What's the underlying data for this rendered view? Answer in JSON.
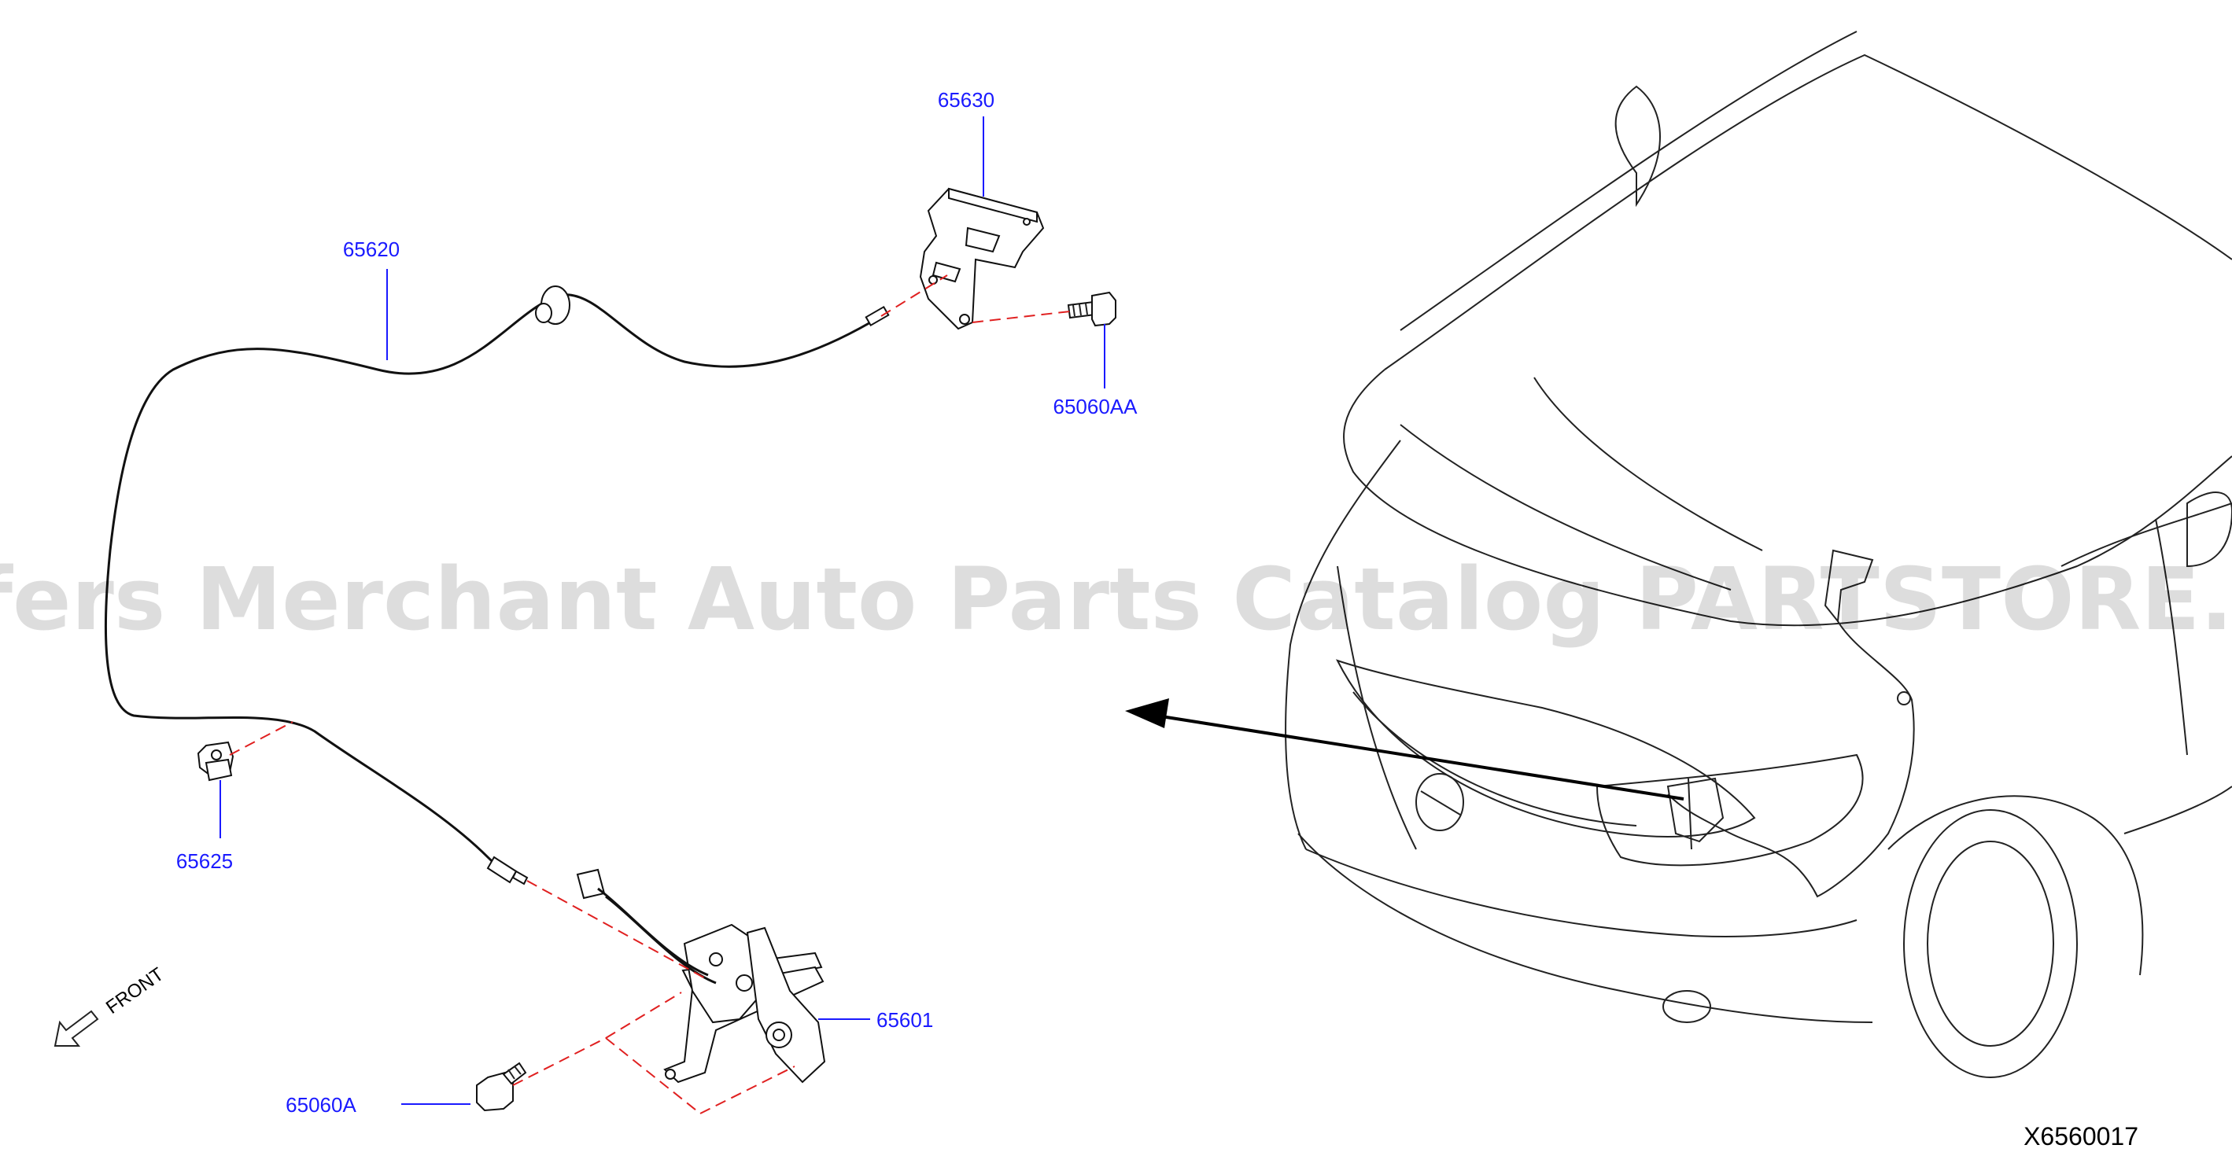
{
  "diagram": {
    "parts": [
      {
        "id": "hood-lock-control",
        "number": "65630"
      },
      {
        "id": "hood-lock-cable",
        "number": "65620"
      },
      {
        "id": "handle-bolt",
        "number": "65060AA"
      },
      {
        "id": "cable-clip",
        "number": "65625"
      },
      {
        "id": "hood-lock",
        "number": "65601"
      },
      {
        "id": "lock-bolt",
        "number": "65060A"
      }
    ],
    "direction_label": "FRONT",
    "reference_code": "X6560017",
    "watermark": "Offers Merchant Auto Parts Catalog PARTSTORE.SA"
  }
}
